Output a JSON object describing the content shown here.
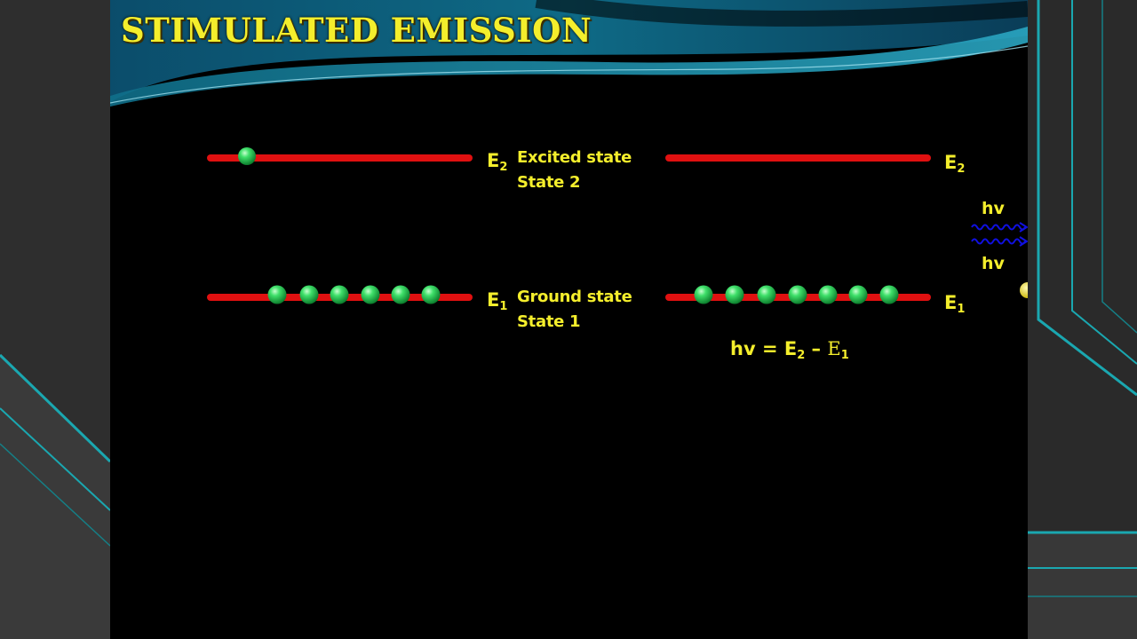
{
  "slide": {
    "title": "STIMULATED EMISSION"
  },
  "left_diagram": {
    "upper_level": {
      "symbol": "E",
      "subscript": "2",
      "name": "Excited state",
      "state": "State 2"
    },
    "lower_level": {
      "symbol": "E",
      "subscript": "1",
      "name": "Ground state",
      "state": "State 1"
    },
    "upper_level_atoms": 1,
    "lower_level_atoms": 6
  },
  "right_diagram": {
    "upper_level": {
      "symbol": "E",
      "subscript": "2"
    },
    "lower_level": {
      "symbol": "E",
      "subscript": "1"
    },
    "upper_level_atoms": 0,
    "lower_level_atoms": 7,
    "photon_label_top": "hv",
    "photon_label_bottom": "hv",
    "formula": {
      "lhs": "hv = E",
      "sub1": "2",
      "mid": " – ",
      "e": "E",
      "sub2": "1"
    }
  },
  "colors": {
    "title": "#f4ee2c",
    "label_text": "#f4ee2c",
    "energy_level": "#e01010",
    "atom": "#1ec24a",
    "photon_wave": "#1010e0",
    "incoming_atom": "#e8d81a",
    "accent_teal": "#1aa7b0",
    "slide_background": "#000000"
  }
}
